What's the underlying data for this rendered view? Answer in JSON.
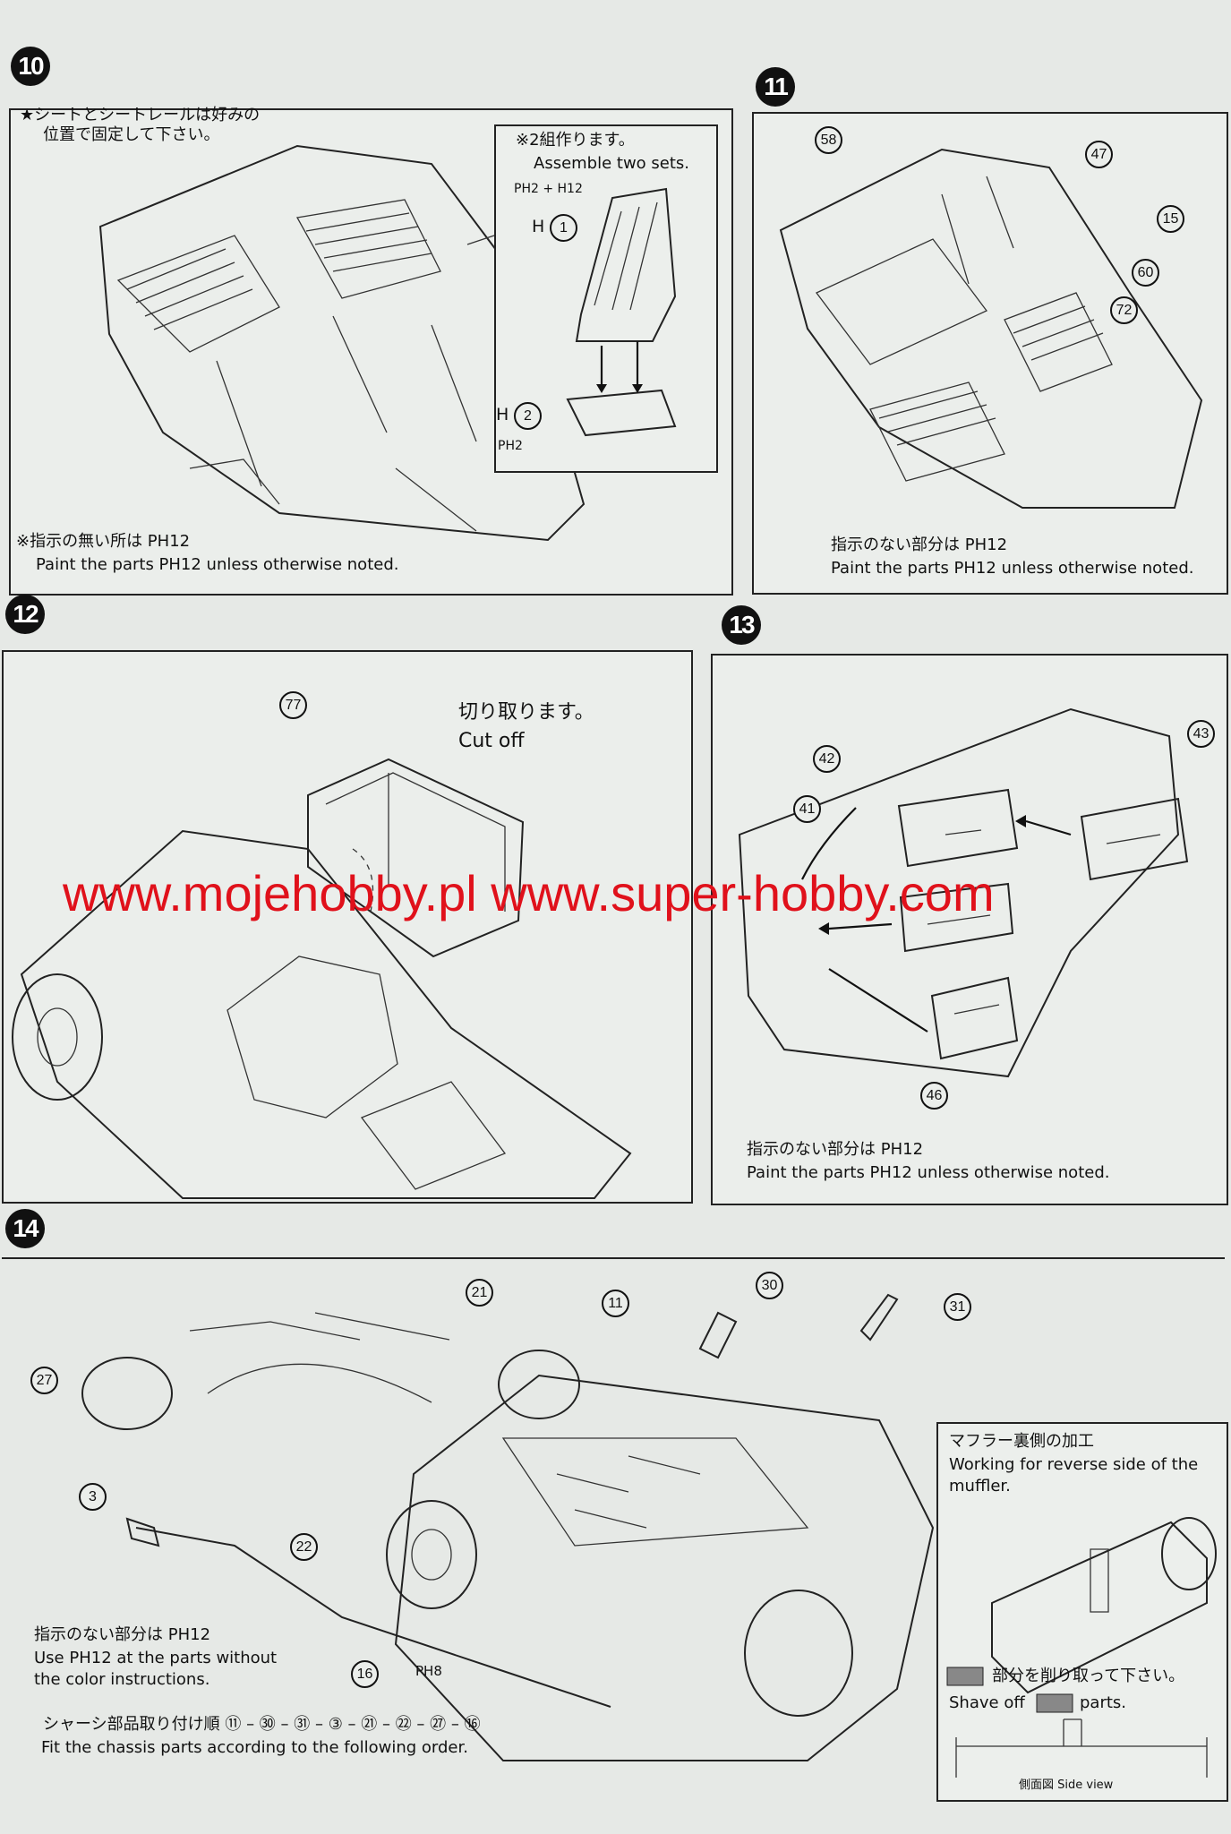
{
  "steps": {
    "s10": {
      "num": "10",
      "note_jp_1": "★シートとシートレールは好みの",
      "note_jp_2": "位置で固定して下さい。",
      "inset_jp": "※2組作ります。",
      "inset_en": "Assemble two sets.",
      "inset_paint": "PH2 + H12",
      "inset_h1": "H",
      "inset_h1_num": "1",
      "inset_h2": "H",
      "inset_h2_num": "2",
      "inset_paint2": "PH2",
      "footer_jp": "※指示の無い所は PH12",
      "footer_en": "Paint the parts PH12 unless otherwise noted."
    },
    "s11": {
      "num": "11",
      "parts": [
        "58",
        "47",
        "15",
        "60",
        "72"
      ],
      "footer_jp": "指示のない部分は PH12",
      "footer_en": "Paint the parts PH12 unless otherwise noted."
    },
    "s12": {
      "num": "12",
      "part": "77",
      "cut_jp": "切り取ります。",
      "cut_en": "Cut off"
    },
    "s13": {
      "num": "13",
      "parts": [
        "42",
        "41",
        "43",
        "46"
      ],
      "footer_jp": "指示のない部分は PH12",
      "footer_en": "Paint the parts PH12 unless otherwise noted."
    },
    "s14": {
      "num": "14",
      "parts": [
        "21",
        "11",
        "30",
        "31",
        "27",
        "3",
        "22",
        "16"
      ],
      "paint_label": "PH8",
      "note_jp": "指示のない部分は PH12",
      "note_en_1": "Use PH12 at the parts without",
      "note_en_2": "the color instructions.",
      "order_jp": "シャーシ部品取り付け順 ⑪ – ㉚ – ㉛ – ③ – ㉑ – ㉒ – ㉗ – ⑯",
      "order_en": "Fit the chassis parts according to the following order.",
      "muffler_jp": "マフラー裏側の加工",
      "muffler_en_1": "Working for reverse side of the",
      "muffler_en_2": "muffler.",
      "shave_jp": "部分を削り取って下さい。",
      "shave_en_1": "Shave off",
      "shave_en_2": "parts.",
      "side_view": "側面図 Side view"
    }
  },
  "watermark": "www.mojehobby.pl www.super-hobby.com",
  "colors": {
    "watermark": "#e0111b",
    "ink": "#111111",
    "paper": "#e6e9e6"
  }
}
